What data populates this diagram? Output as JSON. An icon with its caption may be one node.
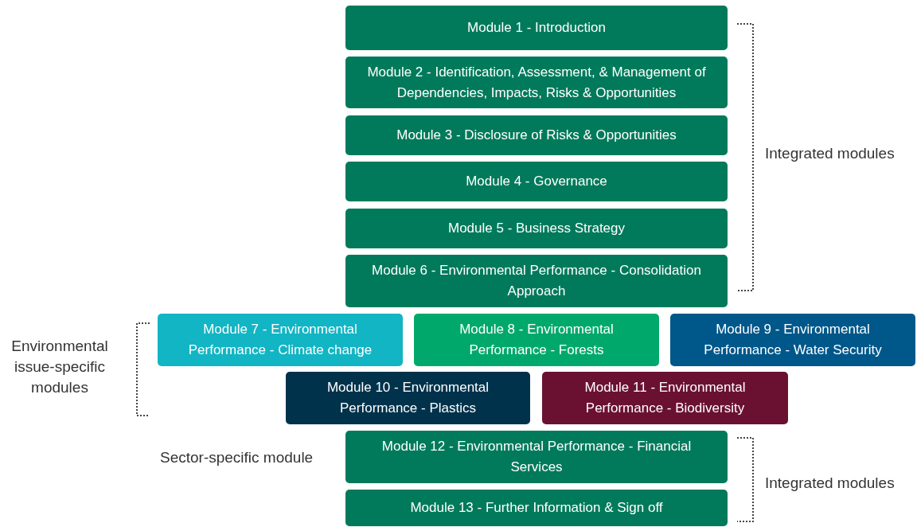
{
  "diagram": {
    "nodes": [
      {
        "text": [
          "Module 1 - Introduction"
        ]
      },
      {
        "text": [
          "Module 2 - Identification, Assessment, & Management of Dependencies, Impacts, Risks & Opportunities"
        ]
      },
      {
        "text": [
          "Module 3 - Disclosure of Risks & Opportunities"
        ]
      },
      {
        "text": [
          "Module 4 - Governance"
        ]
      },
      {
        "text": [
          "Module 5 - Business Strategy"
        ]
      },
      {
        "text": [
          "Module 6 - Environmental Performance - Consolidation Approach"
        ]
      },
      {
        "text": [
          "Module 7 - Environmental Performance - Climate change"
        ]
      },
      {
        "text": [
          "Module 8 - Environmental Performance - Forests"
        ]
      },
      {
        "text": [
          "Module 9 - Environmental Performance - Water Security"
        ]
      },
      {
        "text": [
          "Module 10 - Environmental Performance - Plastics"
        ]
      },
      {
        "text": [
          "Module 11 - Environmental Performance - Biodiversity"
        ]
      },
      {
        "text": [
          "Module 12 - Environmental Performance - Financial Services"
        ]
      },
      {
        "text": [
          "Module 13 - Further Information & Sign off"
        ]
      }
    ],
    "edges": [],
    "labels": [
      "Integrated modules",
      "Environmental issue-specific modules",
      "Sector-specific module",
      "Integrated modules"
    ]
  }
}
